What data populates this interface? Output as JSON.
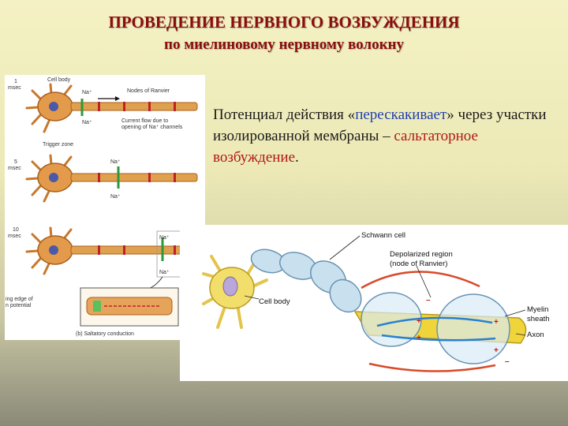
{
  "slide": {
    "title_line1": "ПРОВЕДЕНИЕ НЕРВНОГО ВОЗБУЖДЕНИЯ",
    "title_line2": "по миелиновому нервному волокну",
    "text": {
      "part1": "Потенциал действия «",
      "part2": "перескакивает",
      "part3": "» через участки изолированной мембраны – ",
      "part4": "сальтаторное возбуждение",
      "part5": "."
    },
    "accent_red": "#8b0d0d",
    "accent_blue": "#1f3fb0"
  },
  "figure_a": {
    "cell_body": "Cell body",
    "nodes_of_ranvier": "Nodes of Ranvier",
    "current_flow_1": "Current flow due to",
    "current_flow_2": "opening of Na⁺ channels",
    "trigger_zone": "Trigger zone",
    "na": "Na⁺",
    "t1_value": "1",
    "t2_value": "5",
    "t3_value": "10",
    "time_unit": "msec",
    "leading_edge_1": "ing edge of",
    "leading_edge_2": "n potential",
    "caption": "(b) Saltatory conduction"
  },
  "figure_b": {
    "schwann_cell": "Schwann cell",
    "depolarized_1": "Depolarized region",
    "depolarized_2": "(node of Ranvier)",
    "cell_body": "Cell body",
    "myelin_1": "Myelin",
    "myelin_2": "sheath",
    "axon": "Axon",
    "plus": "+",
    "minus": "–"
  }
}
